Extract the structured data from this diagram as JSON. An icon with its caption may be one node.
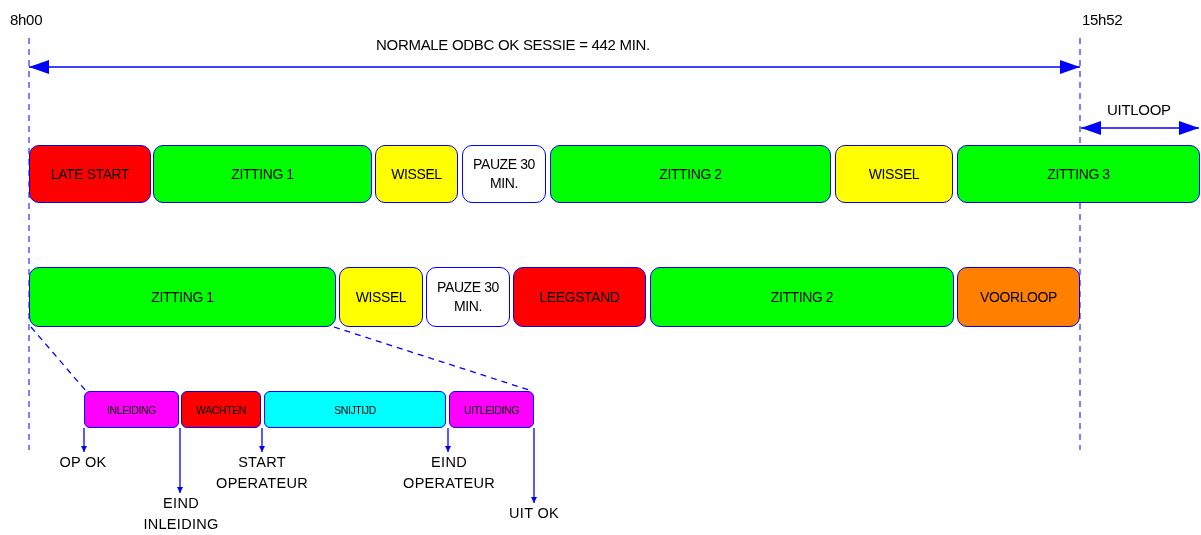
{
  "diagram": {
    "nodes": [
      {
        "text": [
          "LATE START"
        ]
      },
      {
        "text": [
          "ZITTING 1"
        ]
      },
      {
        "text": [
          "WISSEL"
        ]
      },
      {
        "text": [
          "PAUZE 30 MIN."
        ]
      },
      {
        "text": [
          "ZITTING 2"
        ]
      },
      {
        "text": [
          "WISSEL"
        ]
      },
      {
        "text": [
          "ZITTING 3"
        ]
      },
      {
        "text": [
          "ZITTING 1"
        ]
      },
      {
        "text": [
          "WISSEL"
        ]
      },
      {
        "text": [
          "PAUZE 30 MIN."
        ]
      },
      {
        "text": [
          "LEEGSTAND"
        ]
      },
      {
        "text": [
          "ZITTING 2"
        ]
      },
      {
        "text": [
          "VOORLOOP"
        ]
      },
      {
        "text": [
          "INLEIDING"
        ]
      },
      {
        "text": [
          "WACHTEN"
        ]
      },
      {
        "text": [
          "SNIJTIJD"
        ]
      },
      {
        "text": [
          "UITLEIDING"
        ]
      },
      {
        "text": [
          "OP OK"
        ]
      },
      {
        "text": [
          "EIND INLEIDING"
        ]
      },
      {
        "text": [
          "START OPERATEUR"
        ]
      },
      {
        "text": [
          "EIND OPERATEUR"
        ]
      },
      {
        "text": [
          "UIT OK"
        ]
      }
    ],
    "edges": [
      {
        "from": 7,
        "to": 13,
        "arrow": "none",
        "style": "dashed"
      },
      {
        "from": 7,
        "to": 16,
        "arrow": "none",
        "style": "dashed"
      },
      {
        "from": 13,
        "to": 17,
        "arrow": "to"
      },
      {
        "from": 13,
        "to": 18,
        "arrow": "to"
      },
      {
        "from": 14,
        "to": 19,
        "arrow": "to"
      },
      {
        "from": 15,
        "to": 20,
        "arrow": "to"
      },
      {
        "from": 16,
        "to": 21,
        "arrow": "to"
      }
    ],
    "labels": [
      "8h00",
      "15h52",
      "NORMALE ODBC OK SESSIE = 442 MIN.",
      "UITLOOP"
    ]
  }
}
